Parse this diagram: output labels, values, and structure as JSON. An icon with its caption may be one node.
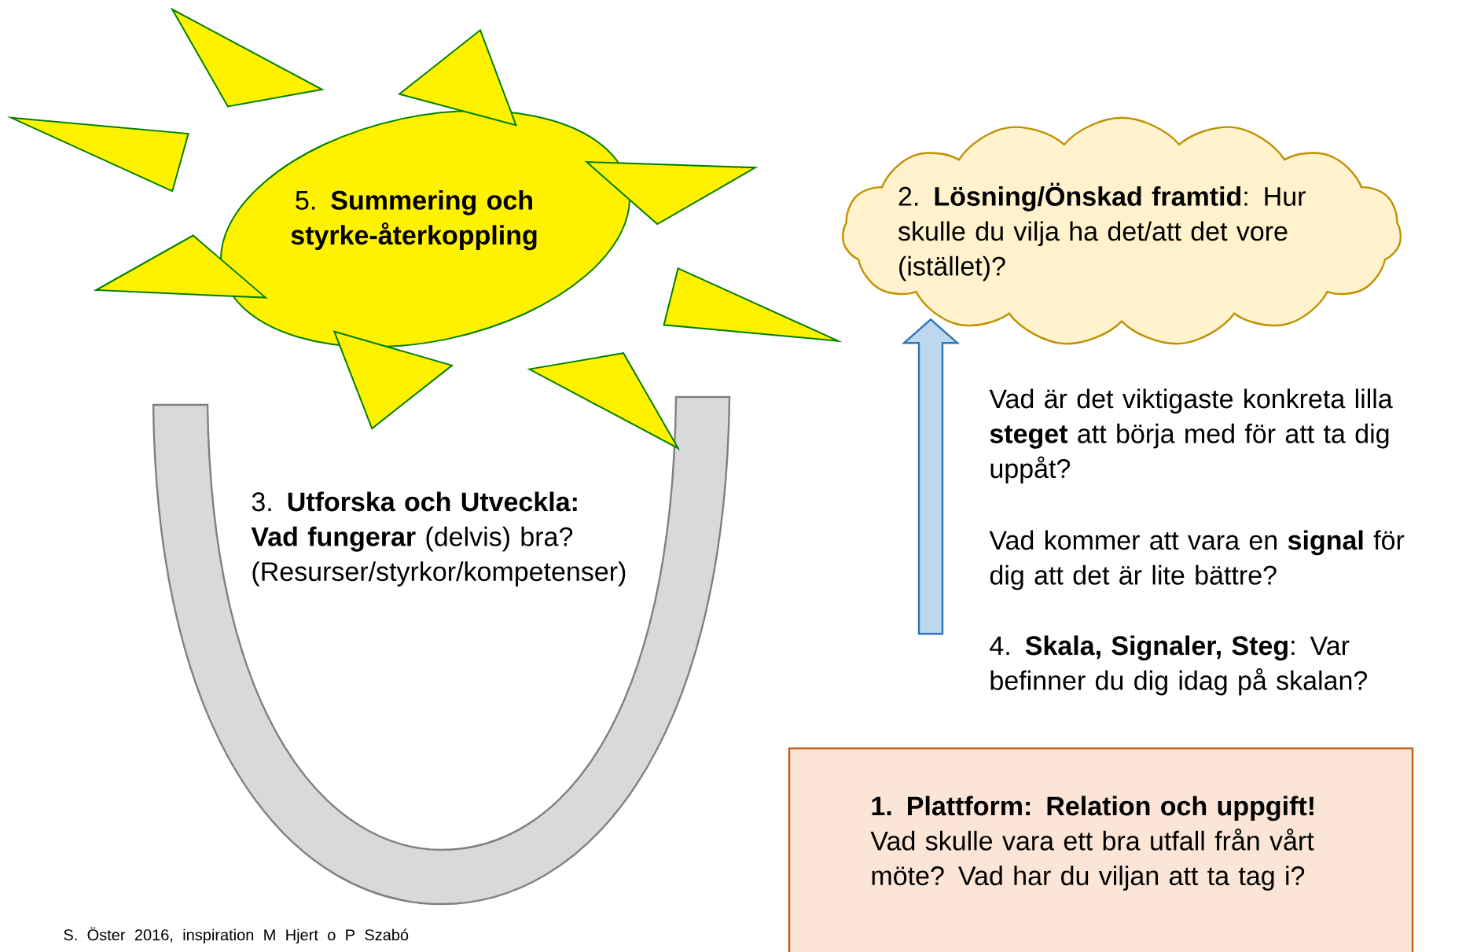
{
  "diagram": {
    "nodes": [
      {
        "text": [
          "5. **Summering och styrke-återkoppling**"
        ]
      },
      {
        "text": [
          "2. **Lösning/Önskad framtid**: Hur skulle du vilja ha det/att det vore (istället)?"
        ]
      },
      {
        "text": [
          "3. **Utforska och Utveckla: Vad fungerar** (delvis) bra? (Resurser/styrkor/kompetenser)"
        ]
      },
      {
        "text": [
          "1. Plattform: Relation och uppgift!",
          "Vad skulle vara ett bra utfall från vårt möte? Vad har du viljan att ta tag i?"
        ]
      }
    ],
    "edges": [
      {
        "from": null,
        "to": 1,
        "arrow": "to"
      }
    ],
    "labels": [
      "Vad är det viktigaste konkreta lilla **steget** att börja med för att ta dig uppåt?",
      "Vad kommer att vara en **signal** för dig att det är lite bättre?",
      "4. **Skala, Signaler, Steg**:  Var befinner du dig idag på skalan?",
      "S. Öster 2016, inspiration M Hjert o P Szabó"
    ]
  }
}
